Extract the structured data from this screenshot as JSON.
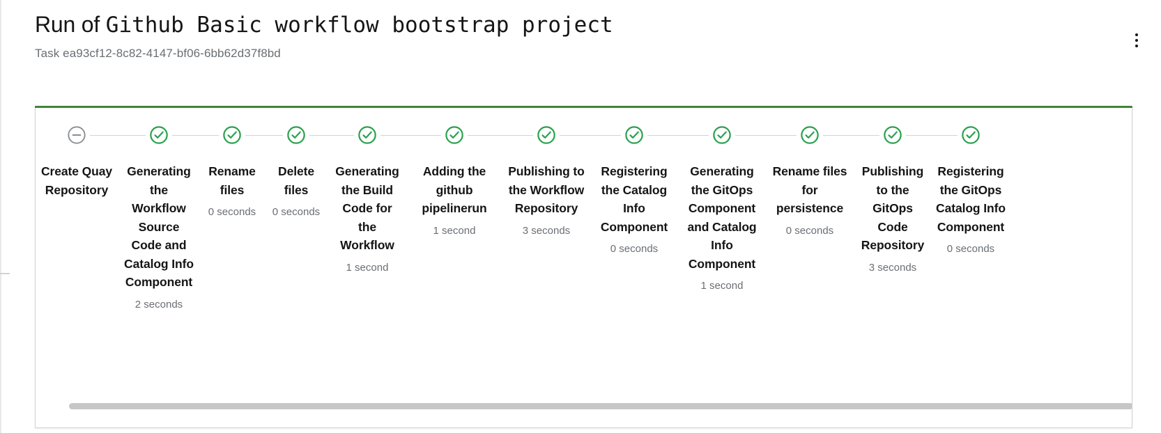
{
  "header": {
    "title_prefix": "Run of ",
    "title_mono": "Github Basic workflow bootstrap project",
    "subtitle": "Task ea93cf12-8c82-4147-bf06-6bb62d37f8bd",
    "kebab_label": "actions-menu"
  },
  "colors": {
    "success": "#3e8635",
    "success_bright": "#2ba14f",
    "skipped": "#8a8d90",
    "border": "#d2d2d2",
    "text": "#151515",
    "muted": "#6a6e73",
    "scrollbar": "#c7c7c7"
  },
  "card": {
    "top_accent_color": "#3e8635"
  },
  "stepper": {
    "steps": [
      {
        "label": "Create Quay Repository",
        "time": "",
        "status": "skipped",
        "icon": "minus-circle-icon",
        "width": 118
      },
      {
        "label": "Generating the Workflow Source Code and Catalog Info Component",
        "time": "2 seconds",
        "status": "success",
        "icon": "check-circle-icon",
        "width": 118
      },
      {
        "label": "Rename files",
        "time": "0 seconds",
        "status": "success",
        "icon": "check-circle-icon",
        "width": 92
      },
      {
        "label": "Delete files",
        "time": "0 seconds",
        "status": "success",
        "icon": "check-circle-icon",
        "width": 92
      },
      {
        "label": "Generating the Build Code for the Workflow",
        "time": "1 second",
        "status": "success",
        "icon": "check-circle-icon",
        "width": 112
      },
      {
        "label": "Adding the github pipelinerun",
        "time": "1 second",
        "status": "success",
        "icon": "check-circle-icon",
        "width": 138
      },
      {
        "label": "Publishing to the Workflow Repository",
        "time": "3 seconds",
        "status": "success",
        "icon": "check-circle-icon",
        "width": 126
      },
      {
        "label": "Registering the Catalog Info Component",
        "time": "0 seconds",
        "status": "success",
        "icon": "check-circle-icon",
        "width": 126
      },
      {
        "label": "Generating the GitOps Component and Catalog Info Component",
        "time": "1 second",
        "status": "success",
        "icon": "check-circle-icon",
        "width": 126
      },
      {
        "label": "Rename files for persistence",
        "time": "0 seconds",
        "status": "success",
        "icon": "check-circle-icon",
        "width": 126
      },
      {
        "label": "Publishing to the GitOps Code Repository",
        "time": "3 seconds",
        "status": "success",
        "icon": "check-circle-icon",
        "width": 112
      },
      {
        "label": "Registering the GitOps Catalog Info Component",
        "time": "0 seconds",
        "status": "success",
        "icon": "check-circle-icon",
        "width": 112
      }
    ]
  },
  "scrollbar": {
    "orientation": "horizontal",
    "name": "card-horizontal-scrollbar"
  }
}
